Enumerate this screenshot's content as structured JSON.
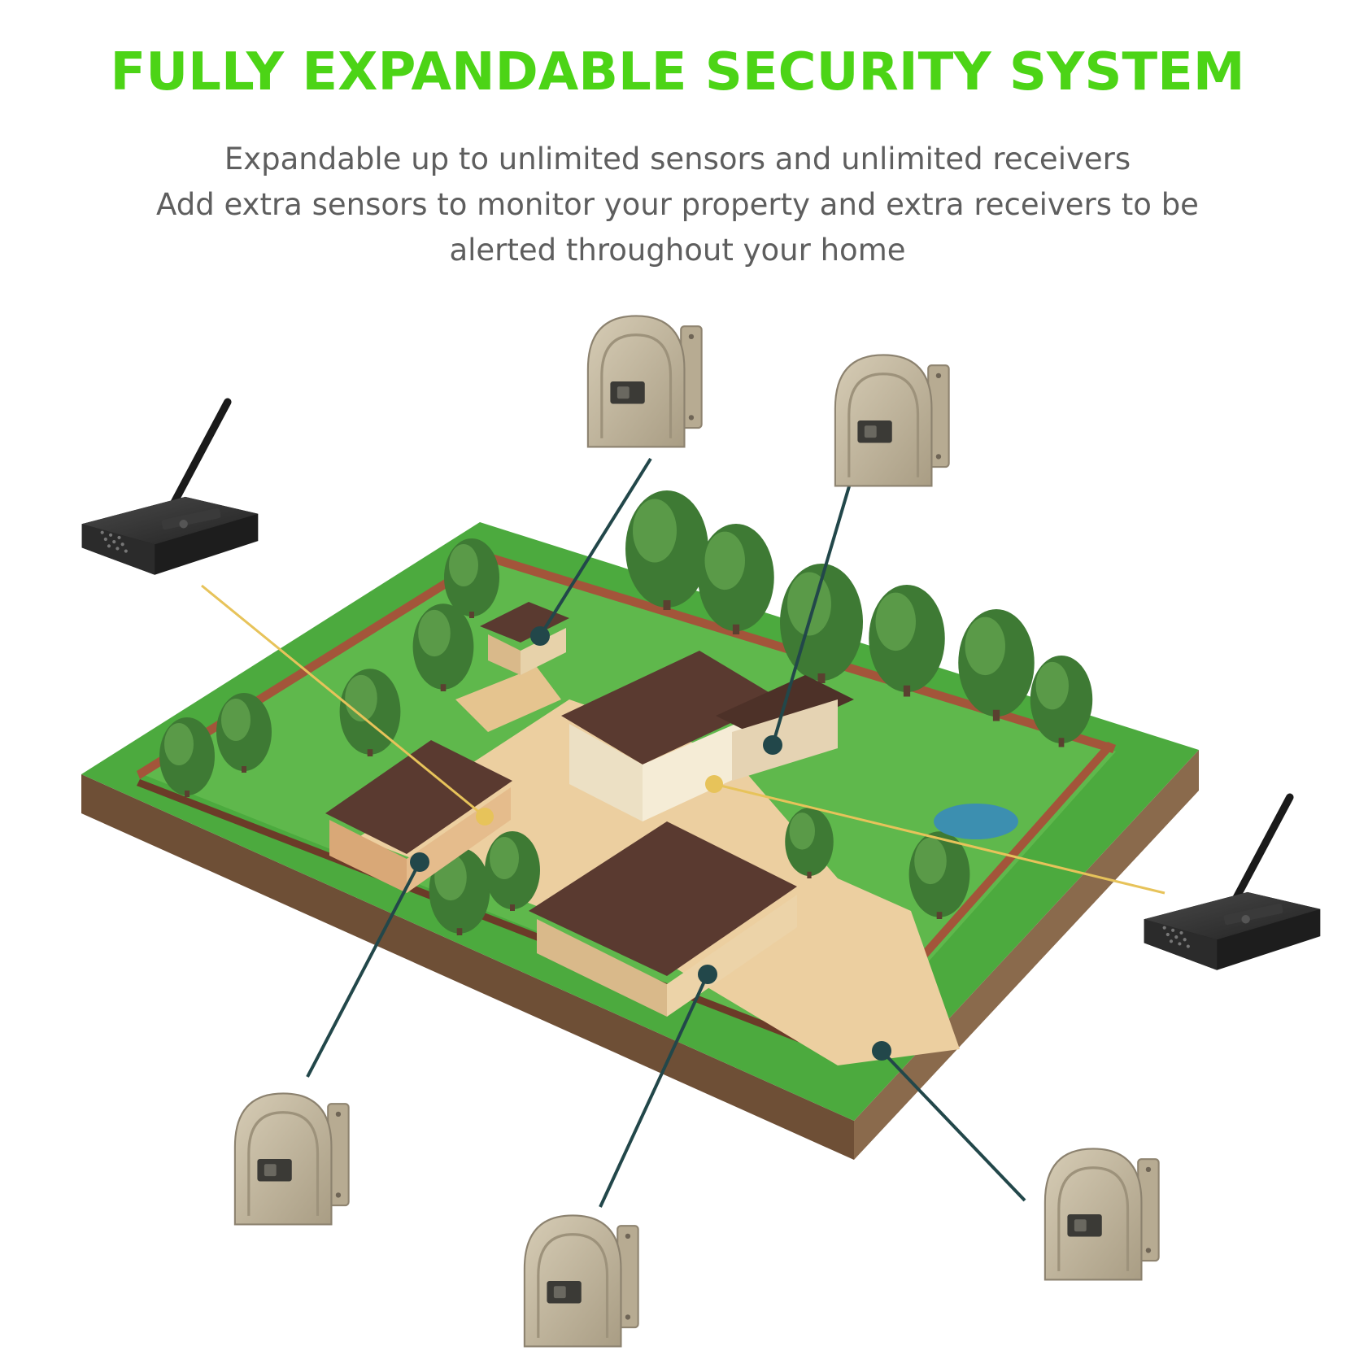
{
  "headline": "FULLY EXPANDABLE SECURITY SYSTEM",
  "subtitle": {
    "line1": "Expandable up to unlimited sensors and unlimited receivers",
    "line2": "Add extra sensors to monitor your property and extra receivers to be",
    "line3": "alerted throughout your home"
  },
  "colors": {
    "headline": "#4cd416",
    "subtitle": "#5e5e5e",
    "sensor_link": "#22474a",
    "receiver_link": "#e7c35a",
    "lawn": "#4caa3e",
    "soil": "#7a5a3e",
    "roof": "#5a3a30",
    "paving": "#eccfa0"
  }
}
